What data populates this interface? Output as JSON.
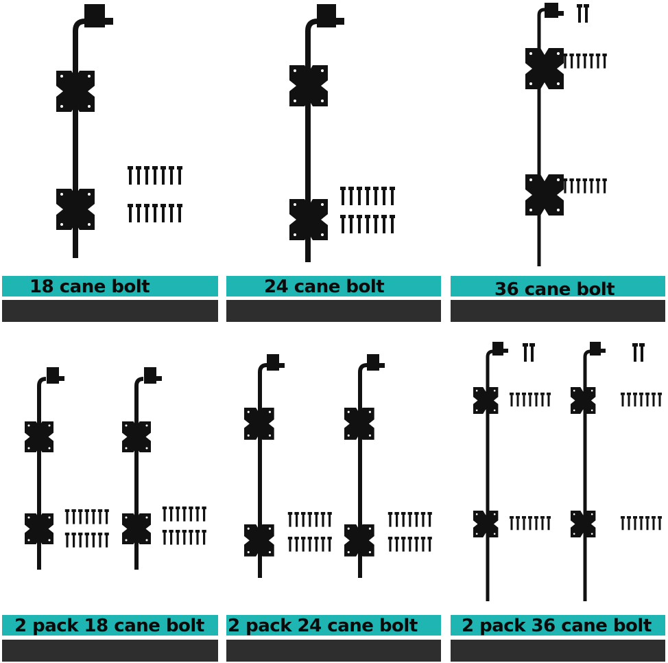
{
  "grid": {
    "colors": {
      "label_bar": "#1fb5b3",
      "dark_bar": "#2e2e2e",
      "hardware": "#111111",
      "background": "#ffffff"
    },
    "cells": [
      {
        "label": "18 cane bolt",
        "variant": "single",
        "length": "18"
      },
      {
        "label": "24 cane bolt",
        "variant": "single",
        "length": "24"
      },
      {
        "label": "36 cane bolt",
        "variant": "single",
        "length": "36"
      },
      {
        "label": "2 pack 18 cane bolt",
        "variant": "pair",
        "length": "18"
      },
      {
        "label": "2 pack 24 cane bolt",
        "variant": "pair",
        "length": "24"
      },
      {
        "label": "2 pack 36 cane bolt",
        "variant": "pair",
        "length": "36"
      }
    ]
  }
}
